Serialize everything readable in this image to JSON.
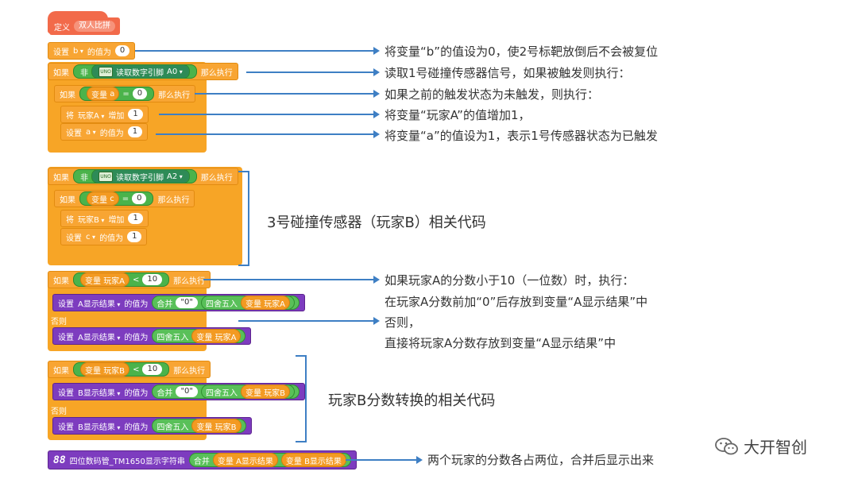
{
  "blocks": {
    "define": {
      "kw": "定义",
      "name": "双人比拼"
    },
    "set_b": {
      "kw": "设置",
      "var": "b",
      "mid": "的值为",
      "val": "0"
    },
    "if1": {
      "kw": "如果",
      "not": "非",
      "read": "读取数字引脚",
      "pin": "A0",
      "then": "那么执行"
    },
    "if1_inner": {
      "kw": "如果",
      "var_kw": "变量",
      "var": "a",
      "op": "=",
      "val": "0",
      "then": "那么执行"
    },
    "inc_a": {
      "kw": "将",
      "var": "玩家A",
      "op": "增加",
      "val": "1"
    },
    "set_a": {
      "kw": "设置",
      "var": "a",
      "mid": "的值为",
      "val": "1"
    },
    "if2": {
      "kw": "如果",
      "not": "非",
      "read": "读取数字引脚",
      "pin": "A2",
      "then": "那么执行"
    },
    "if2_inner": {
      "kw": "如果",
      "var_kw": "变量",
      "var": "c",
      "op": "=",
      "val": "0",
      "then": "那么执行"
    },
    "inc_b": {
      "kw": "将",
      "var": "玩家B",
      "op": "增加",
      "val": "1"
    },
    "set_c": {
      "kw": "设置",
      "var": "c",
      "mid": "的值为",
      "val": "1"
    },
    "if3": {
      "kw": "如果",
      "var_kw": "变量",
      "var": "玩家A",
      "op": "<",
      "val": "10",
      "then": "那么执行"
    },
    "set_disp_a1": {
      "kw": "设置",
      "var": "A显示结果",
      "mid": "的值为",
      "merge": "合并",
      "zero": "\"0\"",
      "round": "四舍五入",
      "var_kw": "变量",
      "src": "玩家A"
    },
    "else1": "否则",
    "set_disp_a2": {
      "kw": "设置",
      "var": "A显示结果",
      "mid": "的值为",
      "round": "四舍五入",
      "var_kw": "变量",
      "src": "玩家A"
    },
    "if4": {
      "kw": "如果",
      "var_kw": "变量",
      "var": "玩家B",
      "op": "<",
      "val": "10",
      "then": "那么执行"
    },
    "set_disp_b1": {
      "kw": "设置",
      "var": "B显示结果",
      "mid": "的值为",
      "merge": "合并",
      "zero": "\"0\"",
      "round": "四舍五入",
      "var_kw": "变量",
      "src": "玩家B"
    },
    "else2": "否则",
    "set_disp_b2": {
      "kw": "设置",
      "var": "B显示结果",
      "mid": "的值为",
      "round": "四舍五入",
      "var_kw": "变量",
      "src": "玩家B"
    },
    "display": {
      "icon": "88",
      "label": "四位数码管_TM1650显示字符串",
      "merge": "合并",
      "var_kw": "变量",
      "a": "A显示结果",
      "b": "B显示结果"
    }
  },
  "uno_label": "UNO",
  "annotations": {
    "a1": "将变量“b”的值设为0，使2号标靶放倒后不会被复位",
    "a2": "读取1号碰撞传感器信号，如果被触发则执行：",
    "a3": "如果之前的触发状态为未触发，则执行：",
    "a4": "将变量“玩家A”的值增加1，",
    "a5": "将变量“a”的值设为1，表示1号传感器状态为已触发",
    "a6": "3号碰撞传感器（玩家B）相关代码",
    "a7": "如果玩家A的分数小于10（一位数）时，执行：",
    "a8": "在玩家A分数前加“0”后存放到变量“A显示结果”中",
    "a9": "否则，",
    "a10": "直接将玩家A分数存放到变量“A显示结果”中",
    "a11": "玩家B分数转换的相关代码",
    "a12": "两个玩家的分数各占两位，合并后显示出来"
  },
  "logo": {
    "text": "大开智创",
    "icon": "wechat-icon"
  },
  "colors": {
    "event": "#f7a526",
    "logic": "#5cb85c",
    "math": "#7d3cbf",
    "arrow": "#3e7fc4",
    "annotation_text": "#333333"
  }
}
